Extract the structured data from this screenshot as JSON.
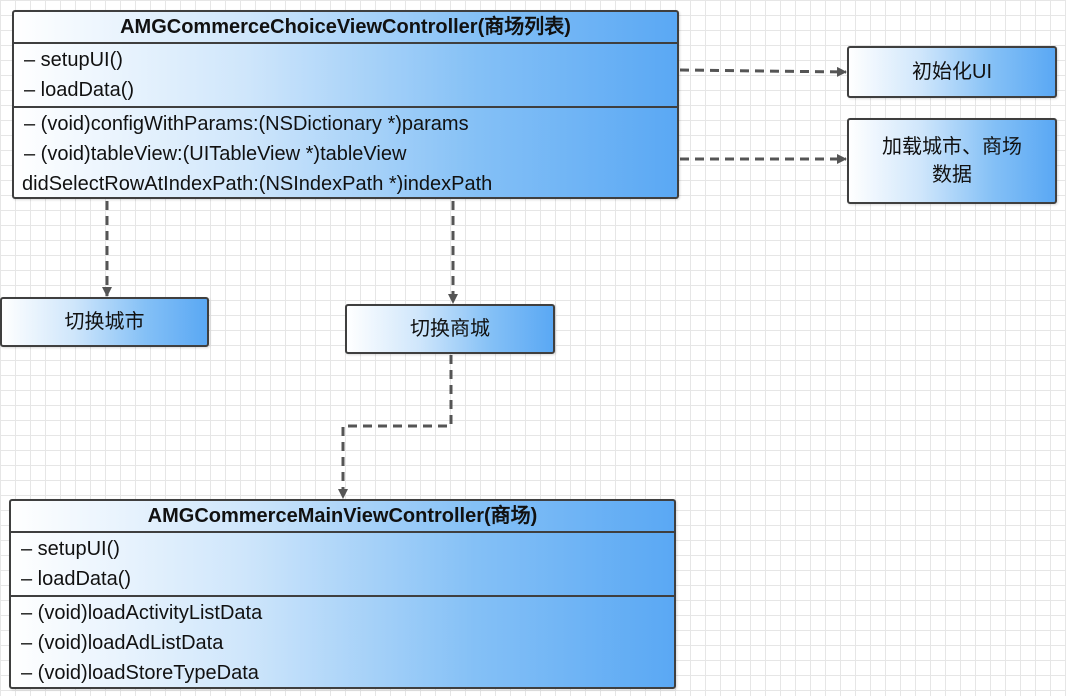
{
  "class_choice": {
    "title": "AMGCommerceChoiceViewController(商场列表)",
    "private_methods": [
      "–  setupUI()",
      "– loadData()"
    ],
    "public_methods": [
      "– (void)configWithParams:(NSDictionary *)params",
      "– (void)tableView:(UITableView *)tableView",
      "didSelectRowAtIndexPath:(NSIndexPath *)indexPath"
    ]
  },
  "class_main": {
    "title": "AMGCommerceMainViewController(商场)",
    "private_methods": [
      "–  setupUI()",
      "– loadData()"
    ],
    "public_methods": [
      "– (void)loadActivityListData",
      "– (void)loadAdListData",
      "– (void)loadStoreTypeData"
    ]
  },
  "notes": {
    "init_ui": "初始化UI",
    "load_data_line1": "加载城市、商场",
    "load_data_line2": "数据",
    "switch_city": "切换城市",
    "switch_mall": "切换商城"
  },
  "colors": {
    "gradient_start": "#ffffff",
    "gradient_end": "#5aa8f4",
    "border": "#3f3f3f",
    "edge": "#555555",
    "grid": "#e6e6e6"
  }
}
